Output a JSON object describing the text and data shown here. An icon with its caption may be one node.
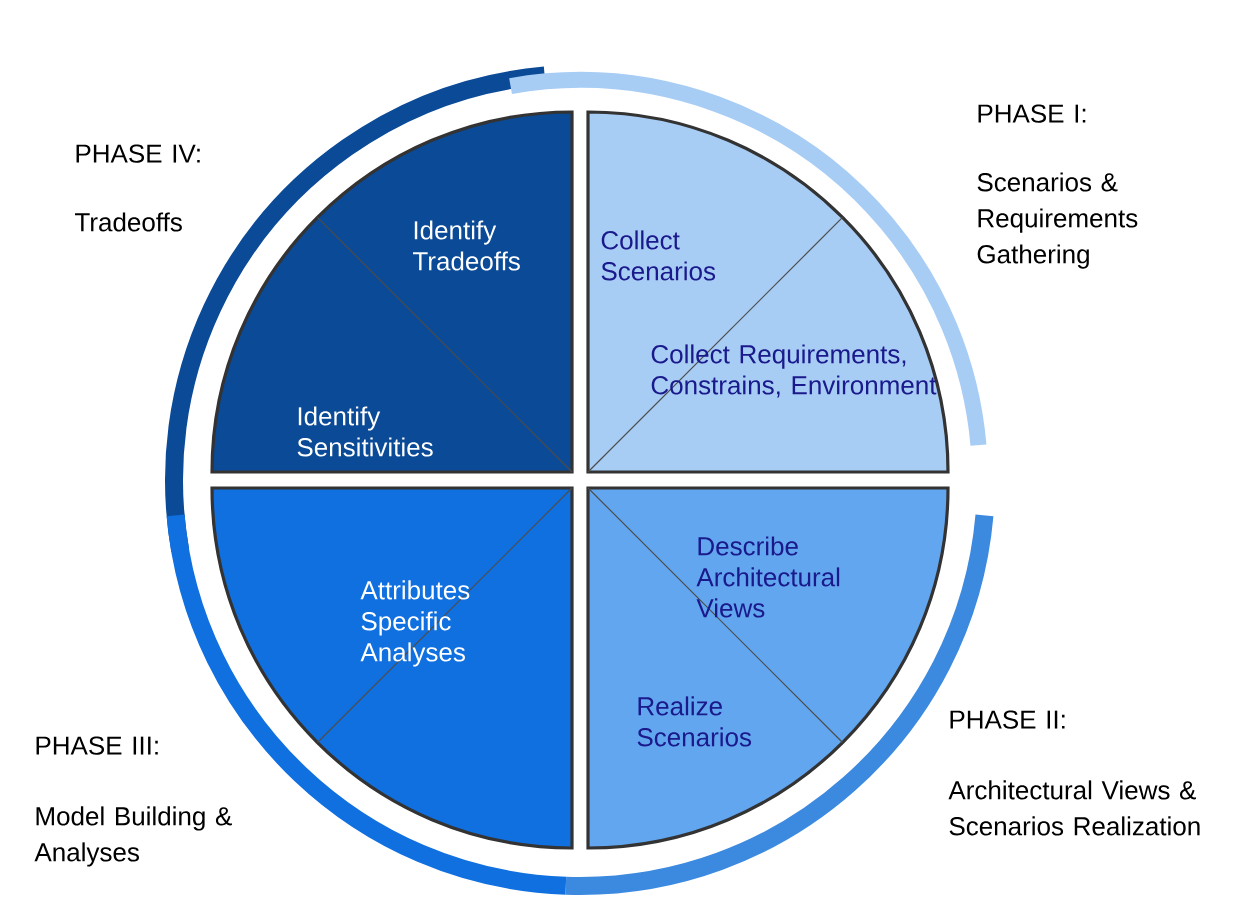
{
  "diagram": {
    "nodes": [
      {
        "text": [
          "Identify Tradeoffs",
          "Identify Sensitivities"
        ]
      },
      {
        "text": [
          "Collect Scenarios",
          "Collect Requirements, Constrains, Environment"
        ]
      },
      {
        "text": [
          "Attributes Specific Analyses"
        ]
      },
      {
        "text": [
          "Describe Architectural Views",
          "Realize Scenarios"
        ]
      }
    ],
    "labels": [
      "PHASE IV:",
      "Tradeoffs",
      "PHASE I:",
      "Scenarios & Requirements Gathering",
      "PHASE III:",
      "Model Building & Analyses",
      "PHASE II:",
      "Architectural Views & Scenarios Realization"
    ]
  }
}
